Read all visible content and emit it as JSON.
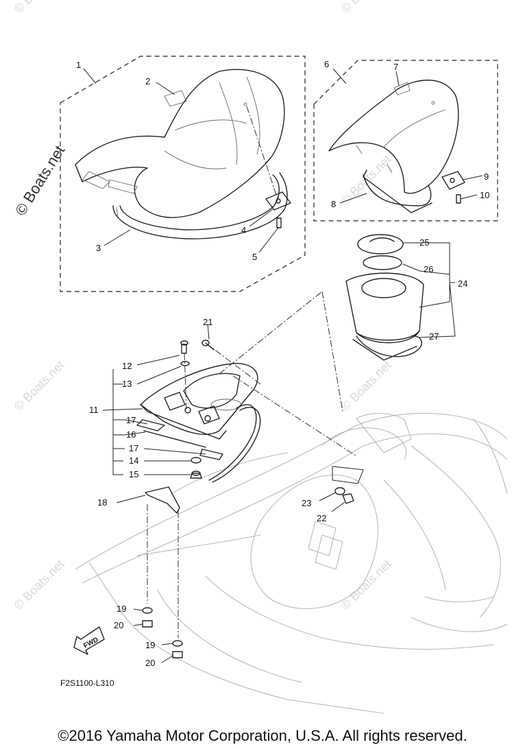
{
  "watermark": {
    "text": "© Boats.net"
  },
  "diagram_code": "F2S1100-L310",
  "fwd_label": "FWD",
  "copyright": "©2016 Yamaha Motor Corporation, U.S.A. All rights reserved.",
  "part_numbers": {
    "p1": "1",
    "p2": "2",
    "p3": "3",
    "p4": "4",
    "p5": "5",
    "p6": "6",
    "p7": "7",
    "p8": "8",
    "p9": "9",
    "p10": "10",
    "p11": "11",
    "p12": "12",
    "p13": "13",
    "p14": "14",
    "p15": "15",
    "p16": "16",
    "p17a": "17",
    "p17b": "17",
    "p18": "18",
    "p19a": "19",
    "p19b": "19",
    "p20a": "20",
    "p20b": "20",
    "p21": "21",
    "p22": "22",
    "p23": "23",
    "p24": "24",
    "p25": "25",
    "p26": "26",
    "p27": "27"
  }
}
